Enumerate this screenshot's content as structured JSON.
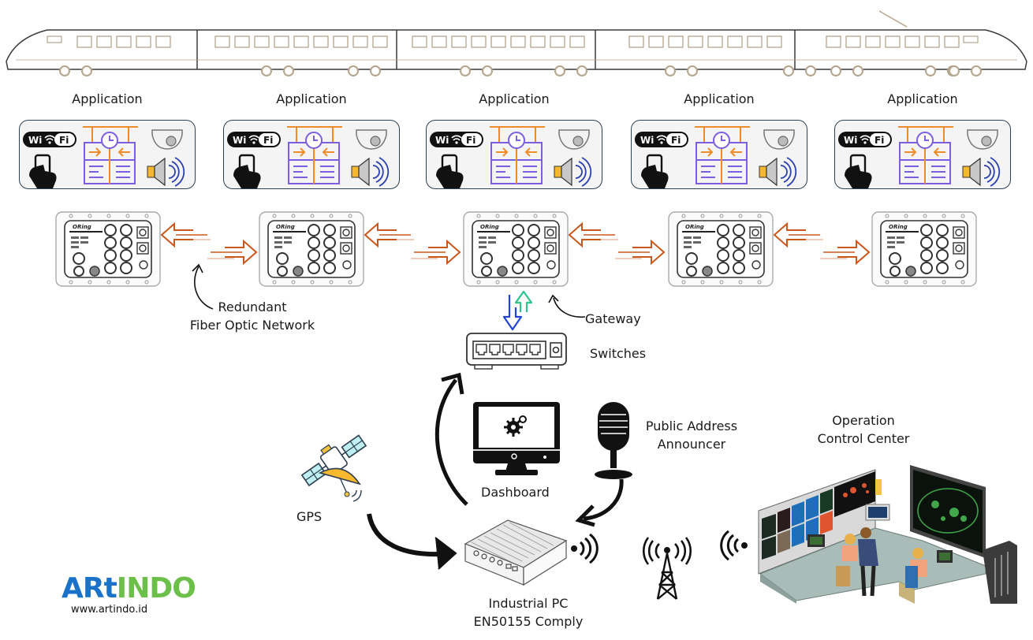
{
  "train": {
    "cars": 5,
    "color": "#b5a48d"
  },
  "applications": [
    {
      "title": "Application",
      "icons": [
        "wifi-icon",
        "smartphone-touch-icon",
        "time-sync-panel-icon",
        "dome-camera-icon",
        "speaker-icon"
      ]
    },
    {
      "title": "Application",
      "icons": [
        "wifi-icon",
        "smartphone-touch-icon",
        "time-sync-panel-icon",
        "dome-camera-icon",
        "speaker-icon"
      ]
    },
    {
      "title": "Application",
      "icons": [
        "wifi-icon",
        "smartphone-touch-icon",
        "time-sync-panel-icon",
        "dome-camera-icon",
        "speaker-icon"
      ]
    },
    {
      "title": "Application",
      "icons": [
        "wifi-icon",
        "smartphone-touch-icon",
        "time-sync-panel-icon",
        "dome-camera-icon",
        "speaker-icon"
      ]
    },
    {
      "title": "Application",
      "icons": [
        "wifi-icon",
        "smartphone-touch-icon",
        "time-sync-panel-icon",
        "dome-camera-icon",
        "speaker-icon"
      ]
    }
  ],
  "wifi_badge": {
    "left": "Wi",
    "right": "Fi"
  },
  "switch_brand": "ORing",
  "labels": {
    "redundant_line1": "Redundant",
    "redundant_line2": "Fiber Optic Network",
    "gateway": "Gateway",
    "switches": "Switches",
    "dashboard": "Dashboard",
    "pa_line1": "Public Address",
    "pa_line2": "Announcer",
    "gps": "GPS",
    "ipc_line1": "Industrial PC",
    "ipc_line2": "EN50155 Comply",
    "occ_line1": "Operation",
    "occ_line2": "Control Center"
  },
  "logo": {
    "part1": "ARt",
    "part2": "INDO",
    "url": "www.artindo.id"
  },
  "colors": {
    "fiber_arrow": "#c8581c",
    "uplink_arrow": "#2bc48a",
    "downlink_arrow": "#2045d6",
    "panel_purple": "#7b5fe0",
    "panel_orange": "#f08c28",
    "logo_blue": "#1a73c9",
    "logo_green": "#6cc04a"
  }
}
